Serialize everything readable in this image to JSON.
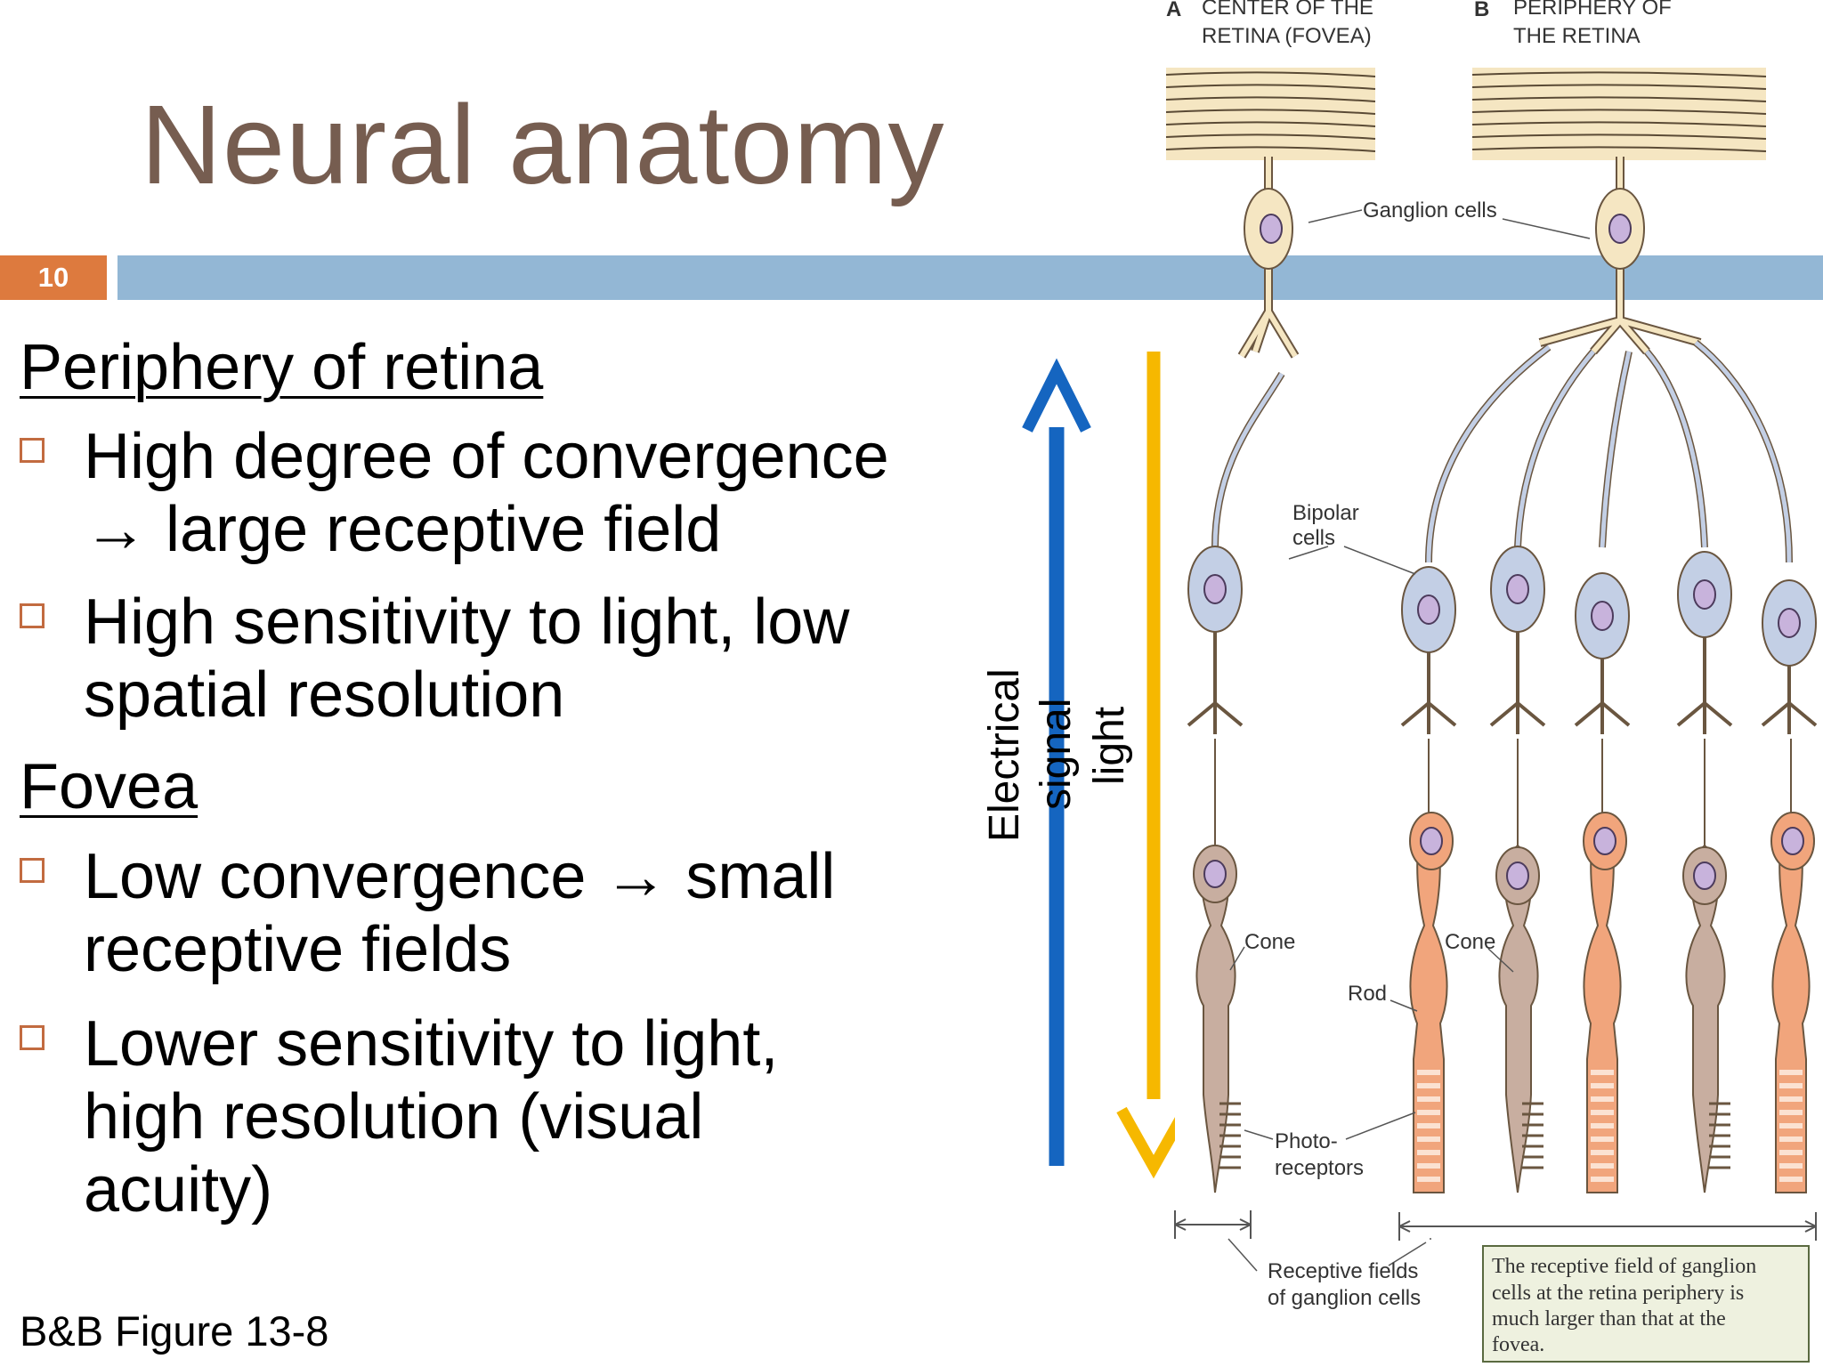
{
  "slide": {
    "title": "Neural anatomy",
    "number": "10",
    "colors": {
      "title": "#765d50",
      "bar": "#93b7d5",
      "number_bg": "#dd7a3e",
      "bullet_box": "#c26b40"
    }
  },
  "content": {
    "section1_heading": "Periphery of retina",
    "section1_bullets": [
      {
        "line1": "High degree of convergence",
        "line2": "→ large receptive field"
      },
      {
        "line1": "High sensitivity to light, low",
        "line2": "spatial resolution"
      }
    ],
    "section2_heading": "Fovea",
    "section2_bullets": [
      {
        "line1": "Low convergence → small",
        "line2": "receptive fields"
      },
      {
        "line1": "Lower sensitivity to light,",
        "line2": "high resolution (visual",
        "line3": "acuity)"
      }
    ],
    "source": "B&B Figure 13-8"
  },
  "arrows": {
    "electrical_label_line1": "Electrical",
    "electrical_label_line2": "signal",
    "light_label": "light",
    "colors": {
      "electrical": "#1565c0",
      "light": "#f6b800"
    }
  },
  "figure": {
    "panel_a_letter": "A",
    "panel_a_line1": "CENTER OF THE",
    "panel_a_line2": "RETINA (FOVEA)",
    "panel_b_letter": "B",
    "panel_b_line1": "PERIPHERY OF",
    "panel_b_line2": "THE RETINA",
    "ganglion_label": "Ganglion cells",
    "bipolar_line1": "Bipolar",
    "bipolar_line2": "cells",
    "cone_label_a": "Cone",
    "cone_label_b": "Cone",
    "rod_label": "Rod",
    "photo_line1": "Photo-",
    "photo_line2": "receptors",
    "receptive_line1": "Receptive fields",
    "receptive_line2": "of ganglion cells",
    "caption_line1": "The receptive field of ganglion",
    "caption_line2": "cells at the retina periphery is",
    "caption_line3": "much larger than that at the",
    "caption_line4": "fovea.",
    "colors": {
      "ganglion": "#f5e6c2",
      "bipolar": "#c3cfe5",
      "cone": "#c8aea0",
      "rod": "#f1a57c",
      "nucleus": "#c8b3dc",
      "caption_bg": "#eef1df"
    }
  }
}
